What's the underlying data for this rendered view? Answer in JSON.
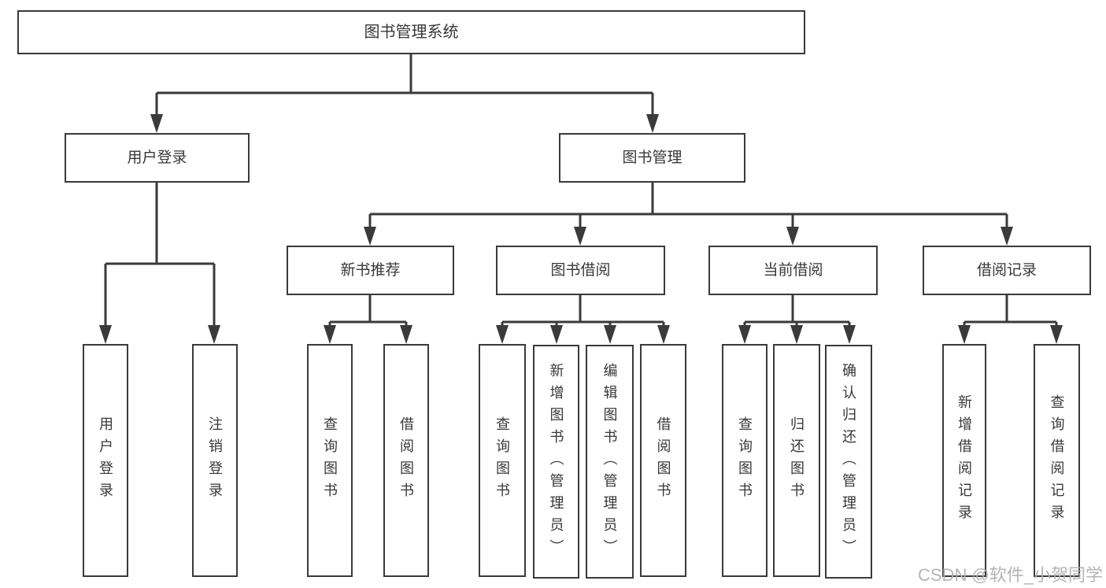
{
  "diagram": {
    "root": {
      "label": "图书管理系统"
    },
    "branches": {
      "user_login": {
        "label": "用户登录",
        "children": {
          "login": {
            "label": "用户登录"
          },
          "logout": {
            "label": "注销登录"
          }
        }
      },
      "book_management": {
        "label": "图书管理",
        "children": {
          "new_book_recommend": {
            "label": "新书推荐",
            "children": {
              "query_books": {
                "label": "查询图书"
              },
              "borrow_books": {
                "label": "借阅图书"
              }
            }
          },
          "book_borrow": {
            "label": "图书借阅",
            "children": {
              "query_books": {
                "label": "查询图书"
              },
              "add_books_admin": {
                "label": "新增图书（管理员）"
              },
              "edit_books_admin": {
                "label": "编辑图书（管理员）"
              },
              "borrow_books": {
                "label": "借阅图书"
              }
            }
          },
          "current_borrow": {
            "label": "当前借阅",
            "children": {
              "query_books": {
                "label": "查询图书"
              },
              "return_books": {
                "label": "归还图书"
              },
              "confirm_return_admin": {
                "label": "确认归还（管理员）"
              }
            }
          },
          "borrow_records": {
            "label": "借阅记录",
            "children": {
              "add_borrow_record": {
                "label": "新增借阅记录"
              },
              "query_borrow_record": {
                "label": "查询借阅记录"
              }
            }
          }
        }
      }
    }
  },
  "watermark": {
    "text": "CSDN @软件_小贺同学"
  },
  "palette": {
    "line": "#3a3a3a",
    "text": "#383838",
    "box_background": "#ffffff",
    "watermark": "#afafaf"
  }
}
